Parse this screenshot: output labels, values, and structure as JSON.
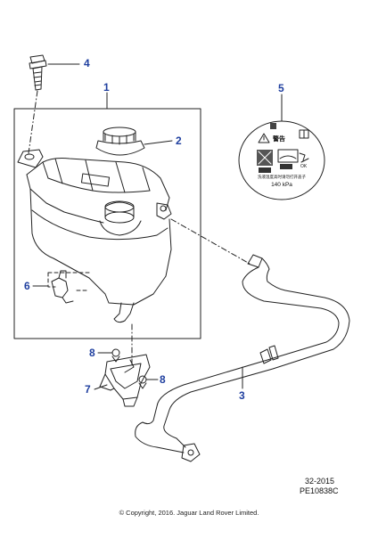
{
  "callouts": {
    "c1": "1",
    "c2": "2",
    "c3": "3",
    "c4": "4",
    "c5": "5",
    "c6": "6",
    "c7": "7",
    "c8a": "8",
    "c8b": "8"
  },
  "warning_label": {
    "heading": "警告",
    "note": "洗液温度高时请勿打开盖子",
    "pressure": "140 kPa",
    "ok": "OK"
  },
  "reference": {
    "date_code": "32-2015",
    "part_code": "PE10838C"
  },
  "copyright": "© Copyright, 2016. Jaguar Land Rover Limited.",
  "colors": {
    "callout": "#1f3f9f",
    "line": "#222222"
  }
}
